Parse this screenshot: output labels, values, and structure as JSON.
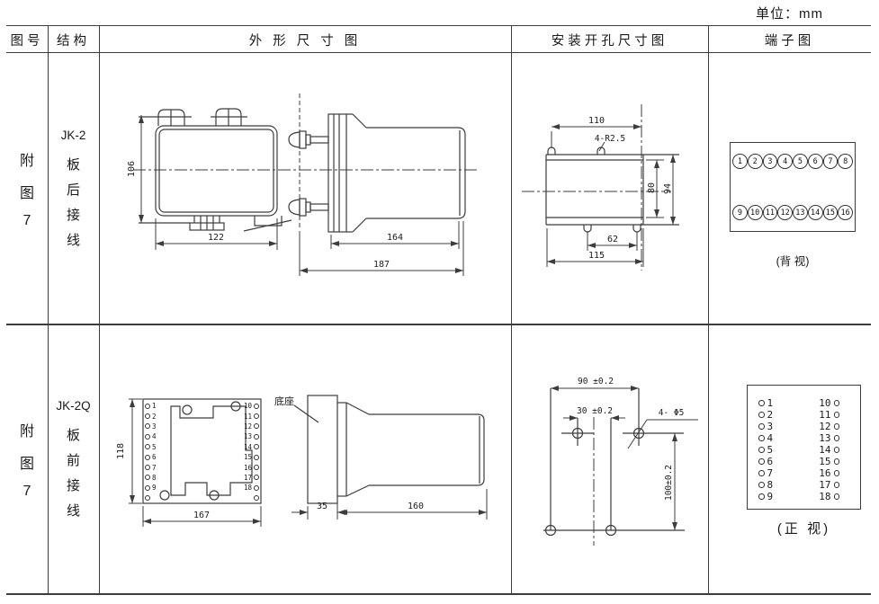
{
  "unit_label": "单位：mm",
  "header": {
    "figure_no": "图号",
    "structure": "结构",
    "outline": "外 形 尺 寸 图",
    "install": "安装开孔尺寸图",
    "terminal": "端子图"
  },
  "rows": [
    {
      "figure_chars": [
        "附",
        "图",
        "7"
      ],
      "model": "JK-2",
      "wiring_chars": [
        "板",
        "后",
        "接",
        "线"
      ],
      "outline_dims": {
        "height": "106",
        "width": "122",
        "body_len": "164",
        "total_len": "187"
      },
      "install_dims": {
        "top_width": "110",
        "hole_callout": "4-R2.5",
        "inner_height": "80",
        "outer_height": "94",
        "slot_span": "62",
        "bottom_width": "115"
      },
      "terminal": {
        "top": [
          "1",
          "2",
          "3",
          "4",
          "5",
          "6",
          "7",
          "8"
        ],
        "bottom": [
          "9",
          "10",
          "11",
          "12",
          "13",
          "14",
          "15",
          "16"
        ],
        "caption": "(背 视)"
      }
    },
    {
      "figure_chars": [
        "附",
        "图",
        "7"
      ],
      "model": "JK-2Q",
      "wiring_chars": [
        "板",
        "前",
        "接",
        "线"
      ],
      "outline_dims": {
        "height": "118",
        "width": "167",
        "base_label": "底座",
        "base_depth": "35",
        "body_len": "160"
      },
      "install_dims": {
        "top_width": "90 ±0.2",
        "inner_width": "30 ±0.2",
        "hole_callout": "4- Φ5",
        "height": "100±0.2"
      },
      "terminal": {
        "left": [
          "1",
          "2",
          "3",
          "4",
          "5",
          "6",
          "7",
          "8",
          "9"
        ],
        "right": [
          "10",
          "11",
          "12",
          "13",
          "14",
          "15",
          "16",
          "17",
          "18"
        ],
        "caption": "(正 视)"
      }
    }
  ]
}
